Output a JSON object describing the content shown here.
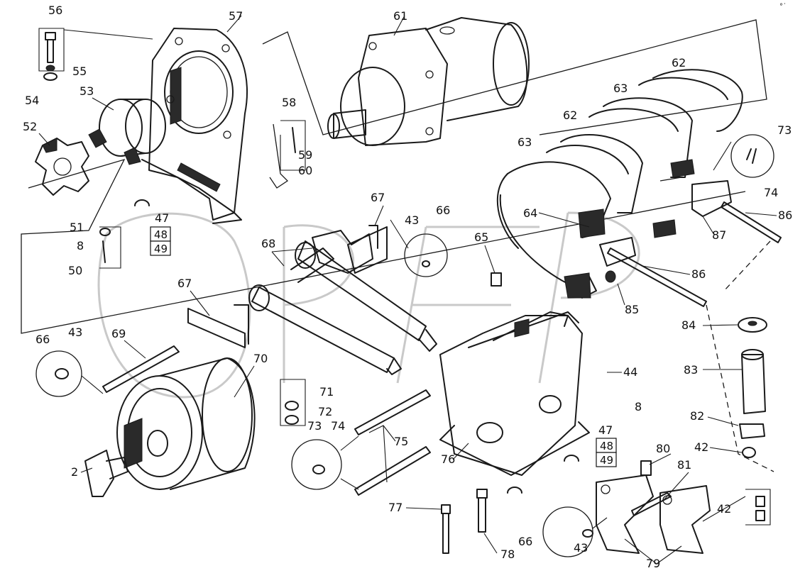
{
  "diagram": {
    "corner_mark": "°˙"
  },
  "callouts": {
    "c56": "56",
    "c57": "57",
    "c61": "61",
    "c55": "55",
    "c54": "54",
    "c53": "53",
    "c58": "58",
    "c59": "59",
    "c60": "60",
    "c52": "52",
    "c62a": "62",
    "c62b": "62",
    "c63a": "63",
    "c63b": "63",
    "c73a": "73",
    "c74a": "74",
    "c51": "51",
    "c8a": "8",
    "c50": "50",
    "c47a": "47",
    "c48a": "48",
    "c49a": "49",
    "c67a": "67",
    "c43a": "43",
    "c66a": "66",
    "c68": "68",
    "c65": "65",
    "c64": "64",
    "c86a": "86",
    "c87": "87",
    "c86b": "86",
    "c85": "85",
    "c67b": "67",
    "c84": "84",
    "c69": "69",
    "c66b": "66",
    "c43b": "43",
    "c70": "70",
    "c44": "44",
    "c83": "83",
    "c8b": "8",
    "c71": "71",
    "c72": "72",
    "c73b": "73",
    "c74b": "74",
    "c75": "75",
    "c47b": "47",
    "c48b": "48",
    "c49b": "49",
    "c82": "82",
    "c76": "76",
    "c42a": "42",
    "c2": "2",
    "c80": "80",
    "c81": "81",
    "c42b": "42",
    "c77": "77",
    "c66c": "66",
    "c43c": "43",
    "c78": "78",
    "c79": "79"
  },
  "colors": {
    "line": "#1a1a1a",
    "background": "#ffffff",
    "watermark": "#c9c9c9"
  }
}
